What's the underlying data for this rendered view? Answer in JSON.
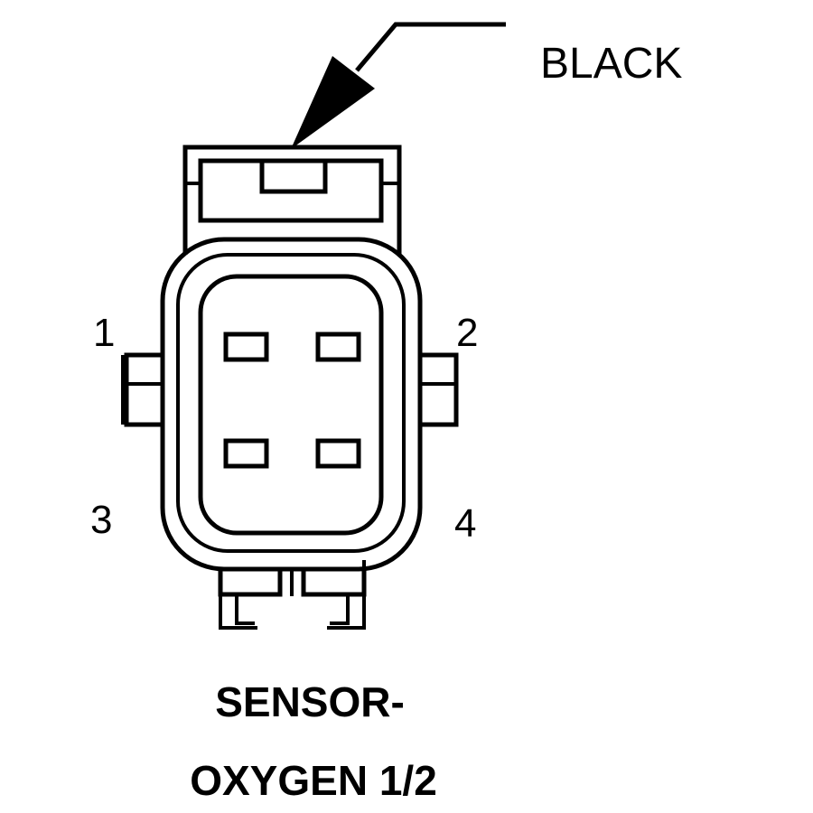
{
  "connector": {
    "color_label": "BLACK",
    "pins": [
      {
        "number": "1"
      },
      {
        "number": "2"
      },
      {
        "number": "3"
      },
      {
        "number": "4"
      }
    ],
    "title_line1": "SENSOR-",
    "title_line2": "OXYGEN 1/2"
  }
}
